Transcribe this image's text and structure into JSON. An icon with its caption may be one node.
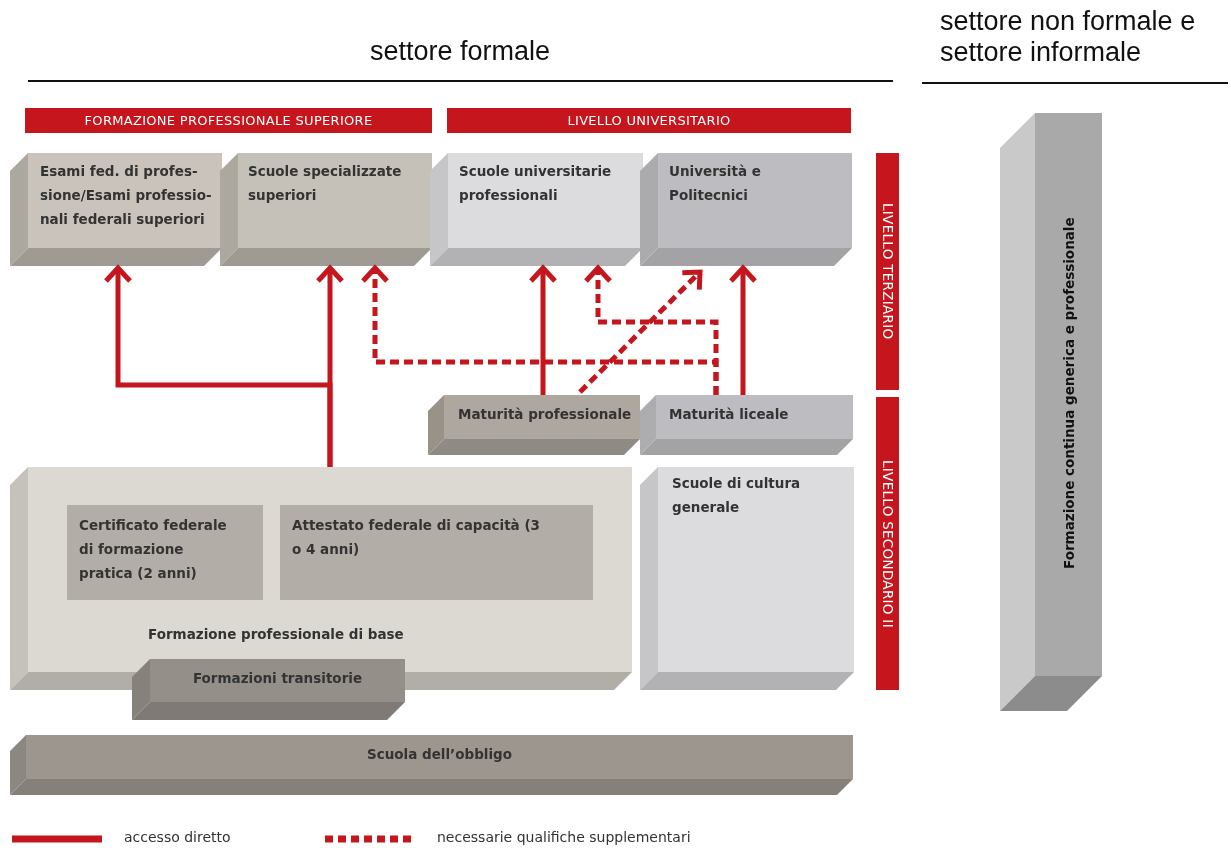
{
  "diagram": {
    "title": "settore formale",
    "nodes": [
      {
        "text": [
          "FORMAZIONE PROFESSIONALE SUPERIORE"
        ]
      },
      {
        "text": [
          "LIVELLO UNIVERSITARIO"
        ]
      },
      {
        "text": [
          "Esami fed. di profes- sione/Esami professio- nali federali superiori"
        ]
      },
      {
        "text": [
          "Scuole specializzate superiori"
        ]
      },
      {
        "text": [
          "Scuole universitarie professionali"
        ]
      },
      {
        "text": [
          "Università e Politecnici"
        ]
      },
      {
        "text": [
          "Maturità professionale"
        ]
      },
      {
        "text": [
          "Maturità liceale"
        ]
      },
      {
        "text": [
          "Formazione professionale di base"
        ]
      },
      {
        "text": [
          "Certificato federale di formazione pratica (2 anni)"
        ],
        "in": 8
      },
      {
        "text": [
          "Attestato federale di capacità (3 o 4 anni)"
        ],
        "in": 8
      },
      {
        "text": [
          "Formazioni transitorie"
        ]
      },
      {
        "text": [
          "Scuole di cultura generale"
        ]
      },
      {
        "text": [
          "Scuola dell’obbligo"
        ]
      },
      {
        "text": [
          "LIVELLO TERZIARIO"
        ]
      },
      {
        "text": [
          "LIVELLO SECONDARIO II"
        ]
      },
      {
        "text": [
          "Formazione continua generica e professionale"
        ]
      }
    ],
    "edges": [
      {
        "from": 8,
        "to": 2,
        "arrow": "to"
      },
      {
        "from": 8,
        "to": 3,
        "arrow": "to"
      },
      {
        "from": 7,
        "to": 3,
        "arrow": "to",
        "style": "dashed"
      },
      {
        "from": 7,
        "to": 4,
        "arrow": "to",
        "style": "dashed"
      },
      {
        "from": 6,
        "to": 5,
        "arrow": "to",
        "style": "dashed"
      },
      {
        "from": 6,
        "to": 4,
        "arrow": "to"
      },
      {
        "from": 7,
        "to": 5,
        "arrow": "to"
      }
    ],
    "labels": [
      "settore non formale e settore informale"
    ],
    "legend": [
      {
        "text": "accesso diretto"
      },
      {
        "text": "necessarie qualifiche supplementari"
      }
    ]
  }
}
